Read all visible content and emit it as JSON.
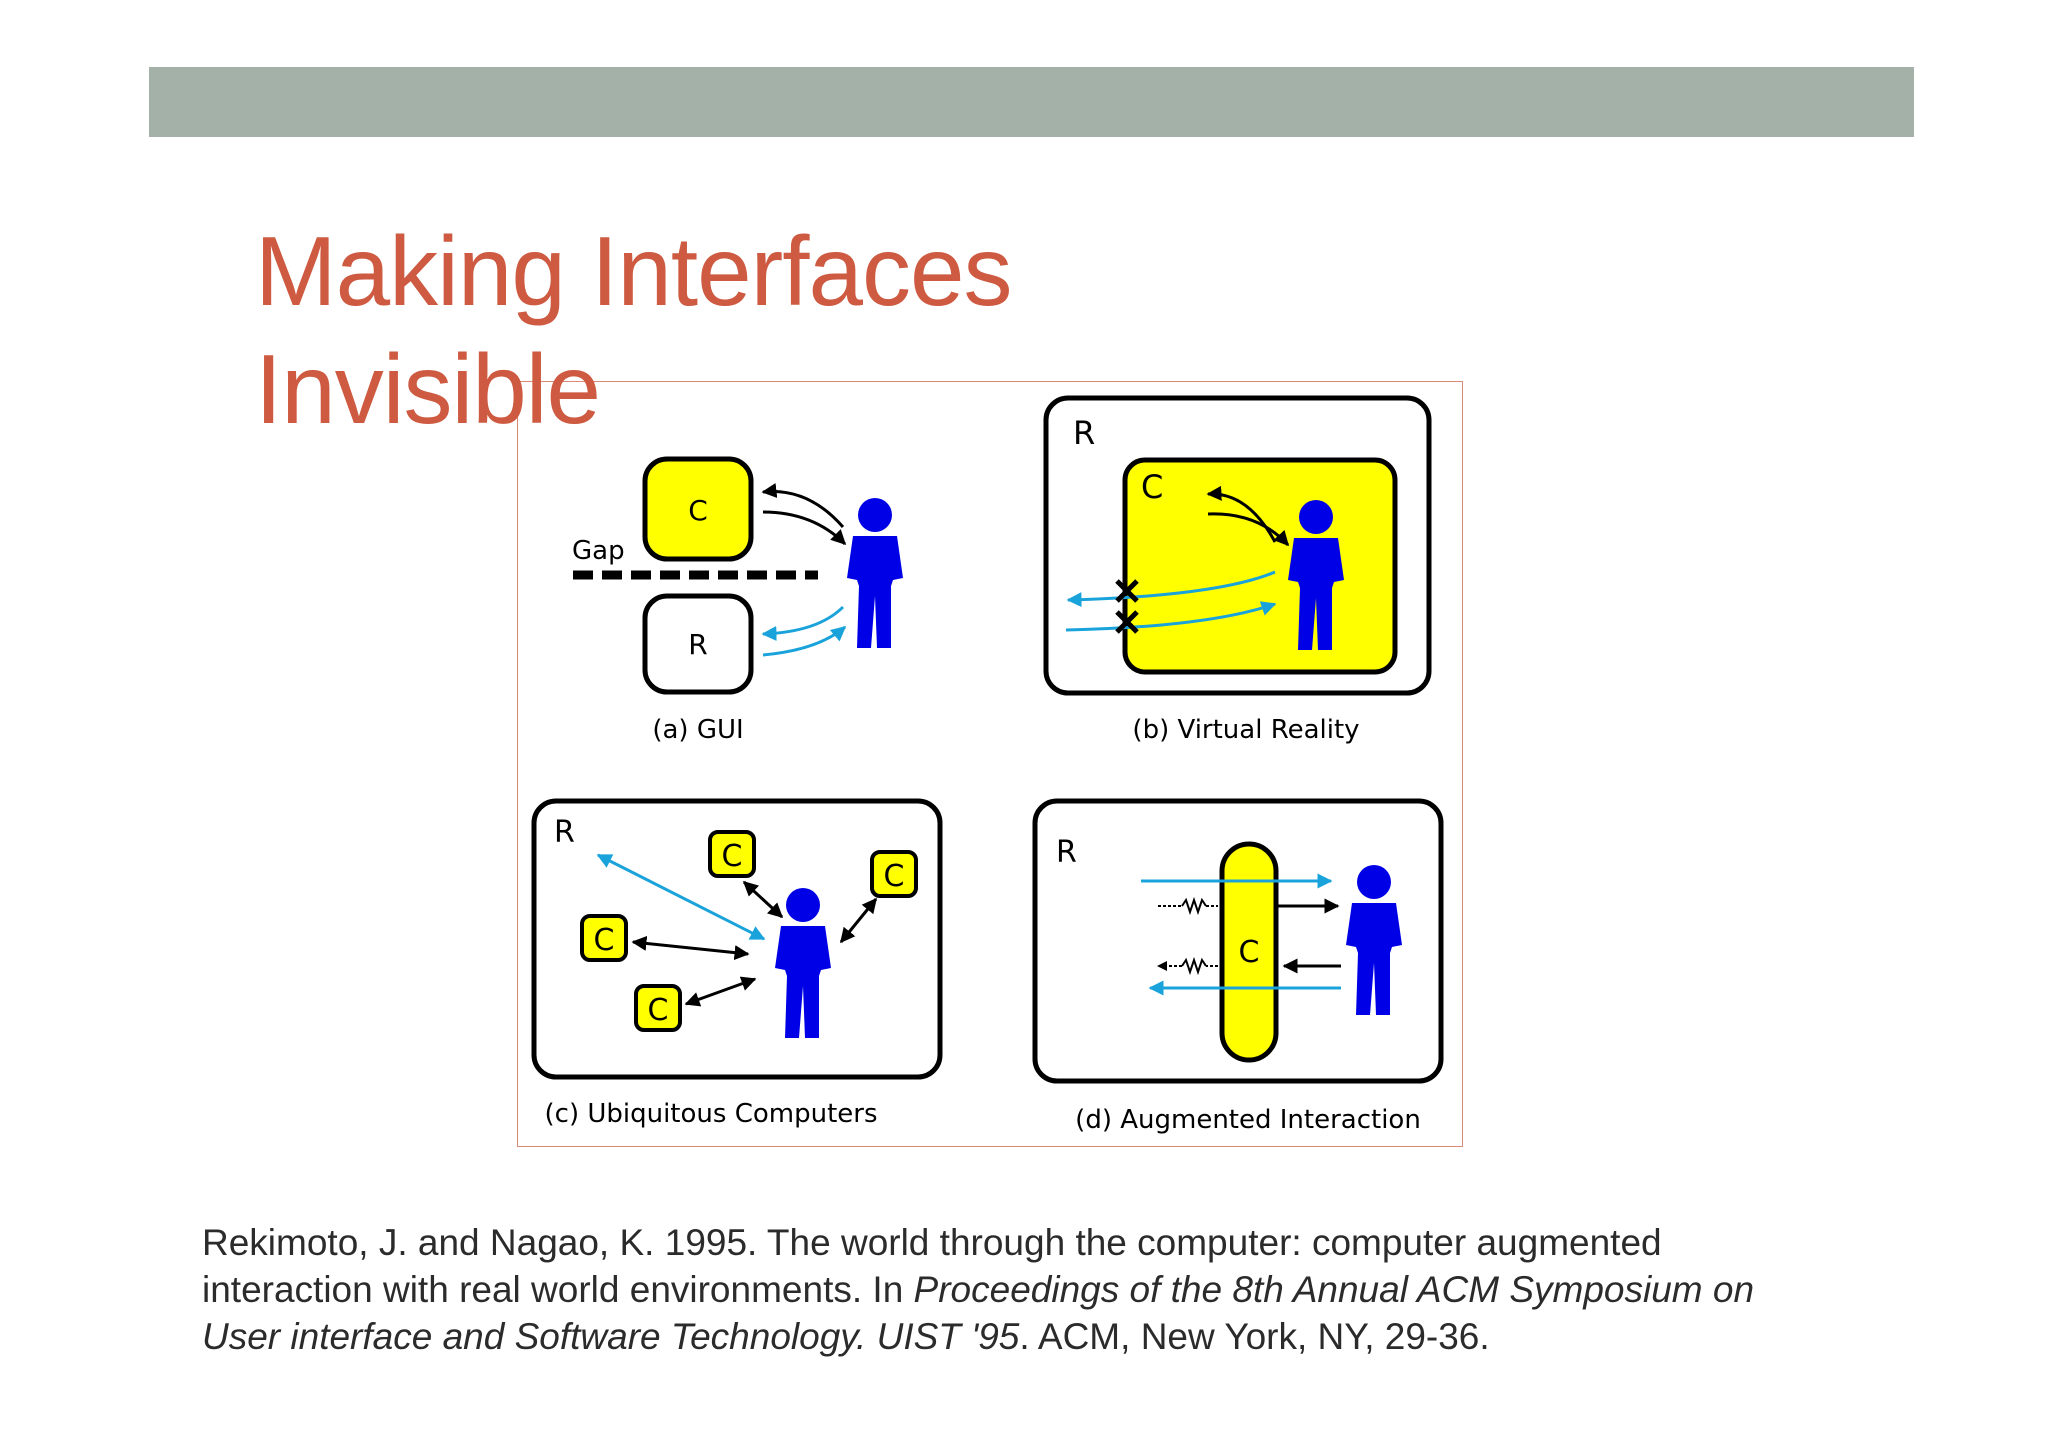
{
  "slide": {
    "title_line1": "Making Interfaces",
    "title_line2": "Invisible"
  },
  "figure": {
    "panel_a": {
      "caption": "(a) GUI",
      "computer_label": "C",
      "real_label": "R",
      "gap_label": "Gap"
    },
    "panel_b": {
      "caption": "(b) Virtual Reality",
      "real_label": "R",
      "computer_label": "C"
    },
    "panel_c": {
      "caption": "(c) Ubiquitous Computers",
      "real_label": "R",
      "computer_label": "C"
    },
    "panel_d": {
      "caption": "(d) Augmented Interaction",
      "real_label": "R",
      "computer_label": "C"
    }
  },
  "citation": {
    "line1": "Rekimoto, J. and Nagao, K. 1995. The world through the computer: computer augmented",
    "line2_plain": "interaction with real world environments. In ",
    "line2_italic": "Proceedings of the 8th Annual ACM Symposium on",
    "line3_italic": "User interface and Software Technology. UIST '95",
    "line3_plain": ". ACM, New York, NY, 29-36."
  },
  "colors": {
    "title": "#cd5a41",
    "bar": "#a3b1a9",
    "computer_fill": "#ffff00",
    "person": "#0000e6",
    "cyan_arrow": "#1aa3db"
  }
}
